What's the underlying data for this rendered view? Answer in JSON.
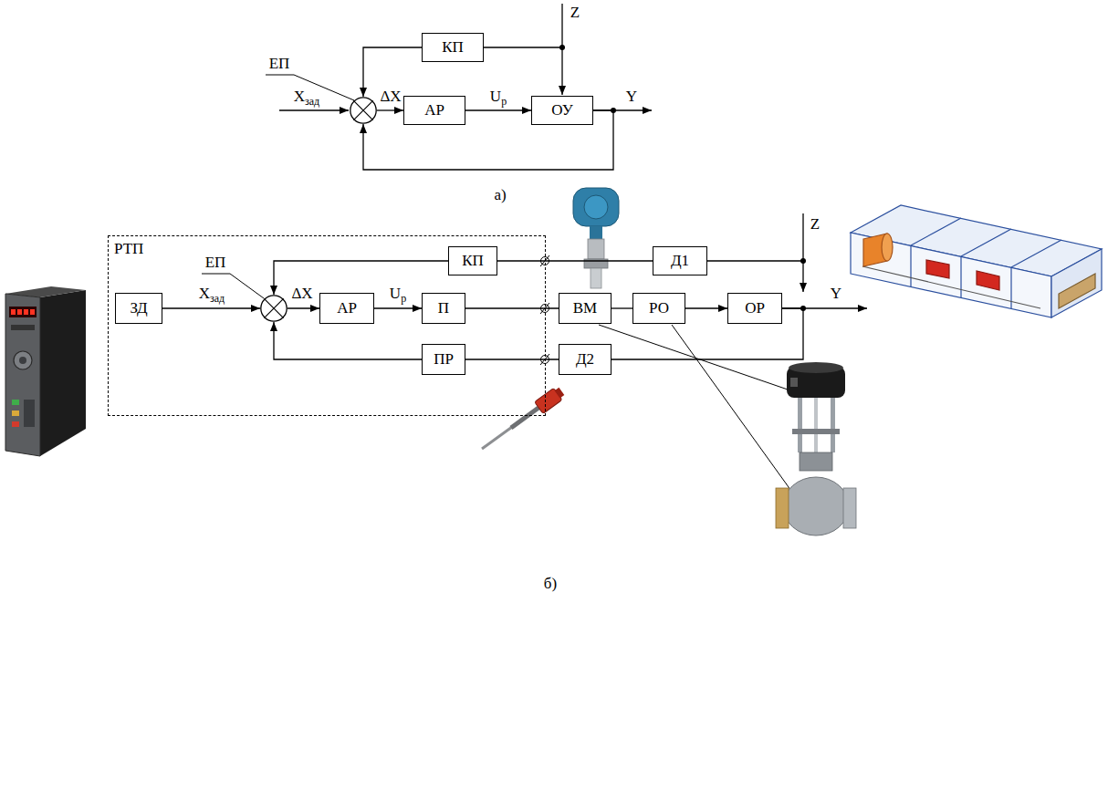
{
  "diagram": {
    "nodes": [
      {
        "text": [
          "КП"
        ]
      },
      {
        "text": [
          "ЕП"
        ]
      },
      {
        "text": [
          "АР"
        ]
      },
      {
        "text": [
          "ОУ"
        ]
      },
      {
        "text": [
          "РТП"
        ]
      },
      {
        "text": [
          "КП"
        ],
        "in": 4
      },
      {
        "text": [
          "Д1"
        ]
      },
      {
        "text": [
          "ЗД"
        ],
        "in": 4
      },
      {
        "text": [
          "ЕП"
        ],
        "in": 4
      },
      {
        "text": [
          "АР"
        ],
        "in": 4
      },
      {
        "text": [
          "П"
        ],
        "in": 4
      },
      {
        "text": [
          "ВМ"
        ]
      },
      {
        "text": [
          "РО"
        ]
      },
      {
        "text": [
          "ОР"
        ]
      },
      {
        "text": [
          "ПР"
        ],
        "in": 4
      },
      {
        "text": [
          "Д2"
        ]
      }
    ],
    "edges": [
      {
        "from": 0,
        "to": 1,
        "arrow": "to"
      },
      {
        "from": 1,
        "to": 2,
        "label": "ΔX",
        "arrow": "to"
      },
      {
        "from": 2,
        "to": 3,
        "label": "Uр",
        "arrow": "to"
      },
      {
        "from": 3,
        "to": 1,
        "arrow": "to"
      },
      {
        "from": 6,
        "to": 5,
        "arrow": "none"
      },
      {
        "from": 5,
        "to": 8,
        "arrow": "to"
      },
      {
        "from": 7,
        "to": 8,
        "label": "Xзад",
        "arrow": "to"
      },
      {
        "from": 8,
        "to": 9,
        "label": "ΔX",
        "arrow": "to"
      },
      {
        "from": 9,
        "to": 10,
        "label": "Uр",
        "arrow": "to"
      },
      {
        "from": 10,
        "to": 11,
        "arrow": "none"
      },
      {
        "from": 11,
        "to": 12,
        "arrow": "none"
      },
      {
        "from": 12,
        "to": 13,
        "arrow": "to"
      },
      {
        "from": 13,
        "to": 15,
        "arrow": "none"
      },
      {
        "from": 15,
        "to": 14,
        "arrow": "none"
      },
      {
        "from": 14,
        "to": 8,
        "arrow": "to"
      }
    ],
    "labels": [
      "Z",
      "Xзад",
      "Y",
      "а)",
      "Z",
      "Y",
      "б)"
    ]
  }
}
